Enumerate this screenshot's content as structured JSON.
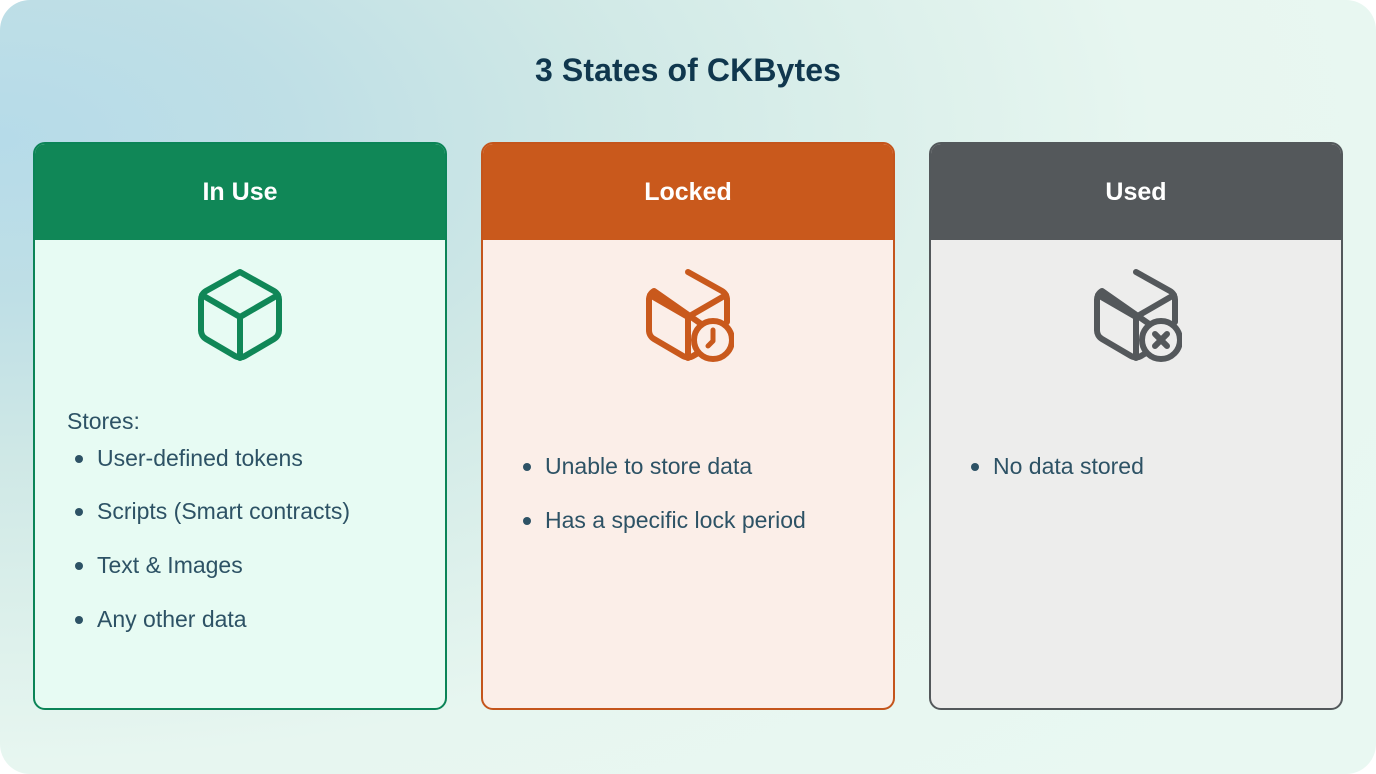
{
  "title": "3 States of CKBytes",
  "colors": {
    "title_text": "#10374e",
    "body_text": "#2d5265",
    "green": "#108757",
    "orange": "#c9591c",
    "gray": "#54585b",
    "bg_from": "#b6dbe9",
    "bg_to": "#e9f8f2"
  },
  "cards": [
    {
      "id": "in-use",
      "header": "In Use",
      "icon": "cube-icon",
      "intro": "Stores:",
      "items": [
        "User-defined tokens",
        "Scripts (Smart contracts)",
        "Text & Images",
        "Any other data"
      ]
    },
    {
      "id": "locked",
      "header": "Locked",
      "icon": "cube-clock-icon",
      "intro": "",
      "items": [
        "Unable to store data",
        "Has a specific lock period"
      ]
    },
    {
      "id": "used",
      "header": "Used",
      "icon": "cube-x-icon",
      "intro": "",
      "items": [
        "No data stored"
      ]
    }
  ]
}
